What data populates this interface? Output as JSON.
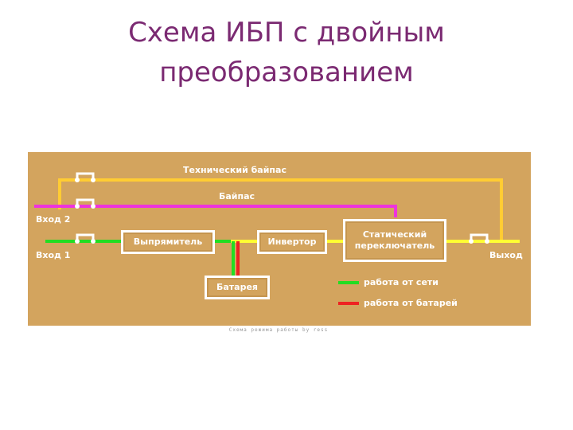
{
  "title": {
    "line1": "Схема ИБП с двойным",
    "line2": "преобразованием"
  },
  "diagram": {
    "labels": {
      "tech_bypass": "Технический байпас",
      "bypass": "Байпас",
      "input2": "Вход 2",
      "input1": "Вход 1",
      "output": "Выход"
    },
    "blocks": {
      "rectifier": "Выпрямитель",
      "inverter": "Инвертор",
      "static_switch_line1": "Статический",
      "static_switch_line2": "переключатель",
      "battery": "Батарея"
    },
    "legend": [
      {
        "label": "работа от сети",
        "color": "#22dd22"
      },
      {
        "label": "работа от батарей",
        "color": "#ee2222"
      }
    ],
    "line_colors": {
      "maintenance_bypass": "#ffcc33",
      "bypass": "#ee33dd",
      "mains_in": "#22dd22",
      "dc_bus": "#ffff33",
      "battery_path": "#ee2222"
    }
  },
  "caption": "Схема режима работы by ress"
}
